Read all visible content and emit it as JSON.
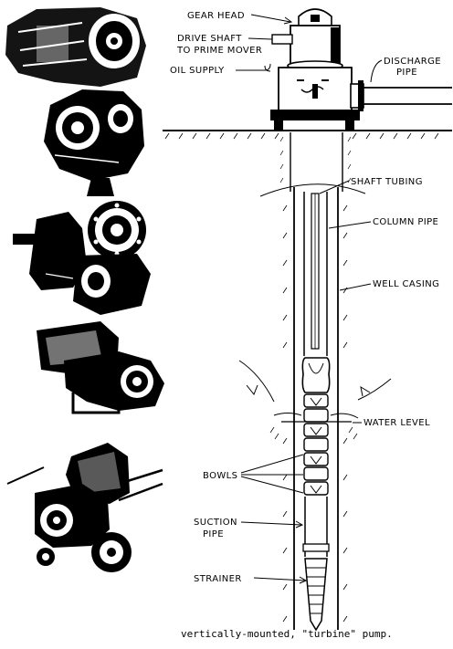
{
  "labels": {
    "gear_head": "GEAR HEAD",
    "drive_shaft_line1": "DRIVE SHAFT",
    "drive_shaft_line2": "TO PRIME MOVER",
    "oil_supply": "OIL SUPPLY",
    "discharge_line1": "DISCHARGE",
    "discharge_line2": "PIPE",
    "shaft_tubing": "SHAFT TUBING",
    "column_pipe": "COLUMN PIPE",
    "well_casing": "WELL CASING",
    "water_level": "WATER LEVEL",
    "bowls": "BOWLS",
    "suction_line1": "SUCTION",
    "suction_line2": "PIPE",
    "strainer": "STRAINER"
  },
  "caption": "vertically-mounted, \"turbine\" pump."
}
